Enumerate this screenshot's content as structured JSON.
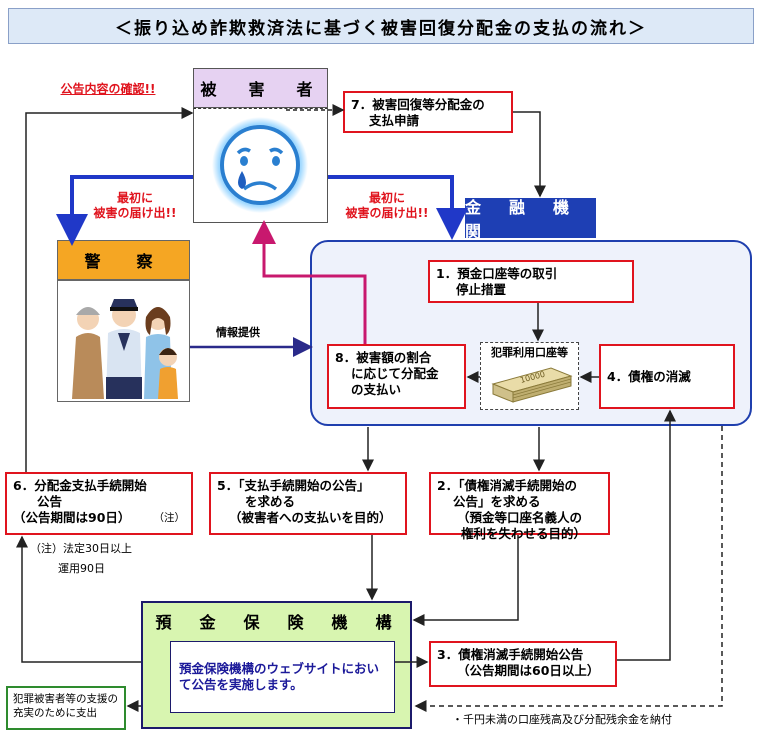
{
  "title": "＜振り込め詐欺救済法に基づく被害回復分配金の支払の流れ＞",
  "victim": {
    "label": "被　害　者"
  },
  "police": {
    "label": "警　察"
  },
  "bank": {
    "label": "金　融　機　関"
  },
  "dic": {
    "label": "預　金　保　険　機　構",
    "description": "預金保険機構のウェブサイトにおいて公告を実施します。"
  },
  "notes": {
    "check_announcement": "公告内容の確認!!",
    "report_first_left_1": "最初に",
    "report_first_left_2": "被害の届け出!!",
    "report_first_right_1": "最初に",
    "report_first_right_2": "被害の届け出!!",
    "info_provision": "情報提供",
    "criminal_account": "犯罪利用口座等",
    "footnote_1": "（注）法定30日以上",
    "footnote_2": "運用90日",
    "remittance": "・千円未満の口座残高及び分配残余金を納付"
  },
  "steps": {
    "s1_line1": "1．預金口座等の取引",
    "s1_line2": "停止措置",
    "s2_line1": "2．「債権消滅手続開始の",
    "s2_line2": "公告」を求める",
    "s2_line3": "（預金等口座名義人の",
    "s2_line4": "権利を失わせる目的）",
    "s3_line1": "3．債権消滅手続開始公告",
    "s3_line2": "（公告期間は60日以上）",
    "s4": "4．債権の消滅",
    "s5_line1": "5．「支払手続開始の公告」",
    "s5_line2": "を求める",
    "s5_line3": "（被害者への支払いを目的）",
    "s6_line1": "6．分配金支払手続開始",
    "s6_line2": "公告",
    "s6_line3": "（公告期間は90日）",
    "s6_note": "（注）",
    "s7_line1": "7．被害回復等分配金の",
    "s7_line2": "支払申請",
    "s8_line1": "8．被害額の割合",
    "s8_line2": "に応じて分配金",
    "s8_line3": "の支払い"
  },
  "support_box": {
    "line1": "犯罪被害者等の支援の",
    "line2": "充実のために支出"
  },
  "colors": {
    "red_border": "#e0141e",
    "bank_blue": "#1e3fb4",
    "victim_purple": "#e6d2f2",
    "police_orange": "#f5a623",
    "dic_green": "#d8f5b0",
    "arrow_magenta": "#c8186e"
  }
}
